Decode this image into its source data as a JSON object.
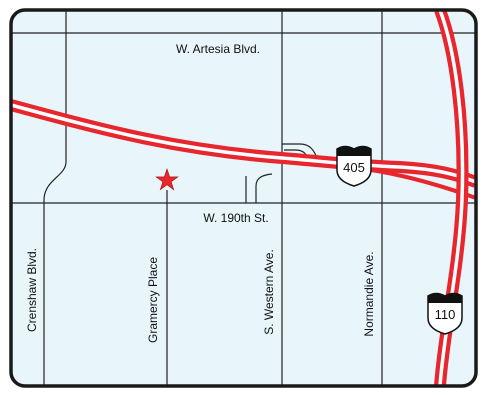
{
  "map": {
    "colors": {
      "background": "#e8f5fb",
      "border": "#1a1a1a",
      "street": "#222222",
      "freeway": "#e8262e",
      "marker": "#e8262e"
    },
    "streets": {
      "artesia": "W. Artesia Blvd.",
      "w190th": "W. 190th St.",
      "crenshaw": "Crenshaw Blvd.",
      "gramercy": "Gramercy Place",
      "western": "S. Western Ave.",
      "normandie": "Normandie Ave."
    },
    "freeways": {
      "i405": "405",
      "i110": "110"
    },
    "marker": {
      "icon": "star-icon"
    }
  }
}
